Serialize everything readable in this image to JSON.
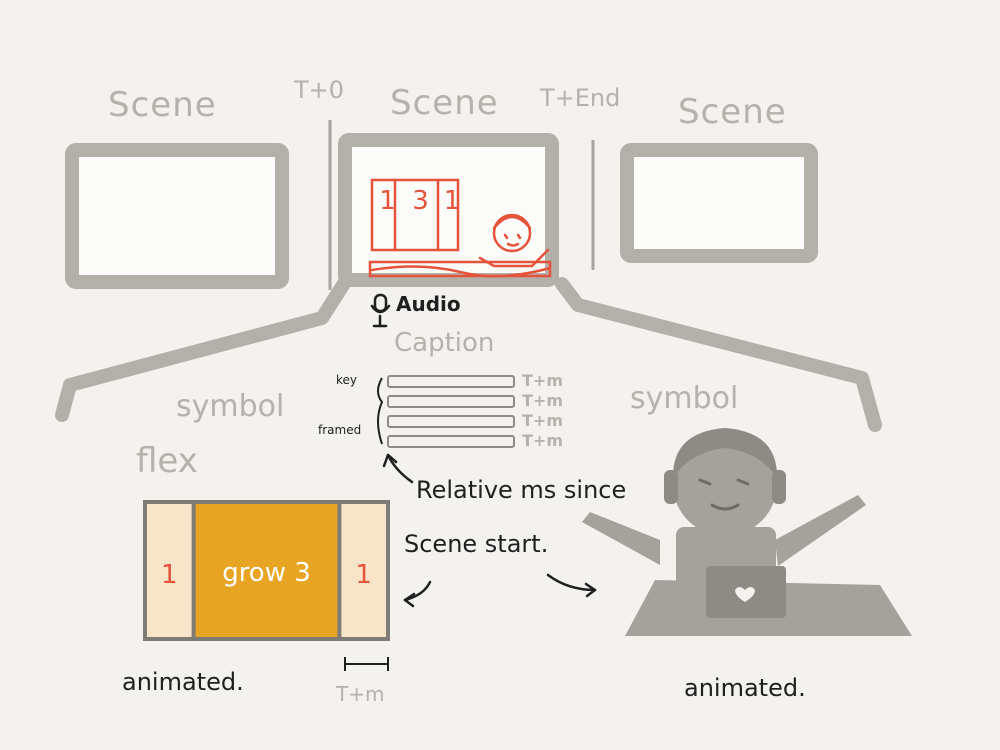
{
  "scenes": [
    {
      "label": "Scene"
    },
    {
      "label": "Scene"
    },
    {
      "label": "Scene"
    }
  ],
  "markers": {
    "start": "T+0",
    "end": "T+End"
  },
  "phone_screen": {
    "values": [
      "1",
      "3",
      "1"
    ]
  },
  "audio": {
    "label": "Audio"
  },
  "caption": {
    "label": "Caption",
    "rows": [
      {
        "time": "T+m"
      },
      {
        "time": "T+m"
      },
      {
        "time": "T+m"
      },
      {
        "time": "T+m"
      }
    ],
    "key_label": "key",
    "framed_label": "framed"
  },
  "annotation": {
    "line1": "Relative ms since",
    "line2": "Scene start."
  },
  "symbol_left": {
    "label": "symbol",
    "sub_label": "flex",
    "cells": [
      {
        "text": "1",
        "grow": 1
      },
      {
        "text": "grow 3",
        "grow": 3
      },
      {
        "text": "1",
        "grow": 1
      }
    ],
    "caption": "animated.",
    "duration_label": "T+m"
  },
  "symbol_right": {
    "label": "symbol",
    "caption": "animated."
  },
  "colors": {
    "frame": "#b3afa9",
    "orange": "#e8a423",
    "light_cell": "#f8e4c8",
    "red": "#e5533a",
    "ink": "#1f1f1f",
    "paper": "#f4f2ef"
  }
}
